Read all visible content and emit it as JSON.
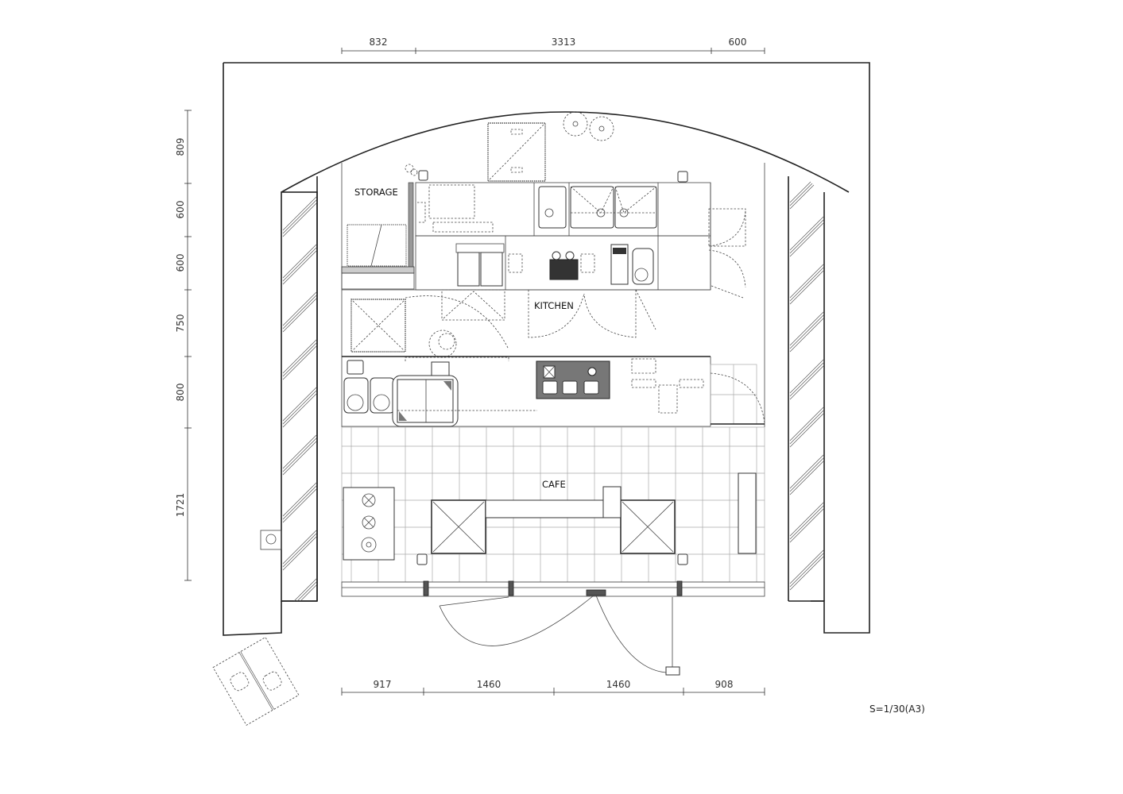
{
  "drawing": {
    "type": "architectural-floor-plan",
    "scale_note": "S=1/30(A3)",
    "rooms": {
      "storage": "STORAGE",
      "kitchen": "KITCHEN",
      "cafe": "CAFE"
    }
  },
  "dimensions": {
    "top": [
      "832",
      "3313",
      "600"
    ],
    "left": [
      "809",
      "600",
      "600",
      "750",
      "800",
      "1721"
    ],
    "bottom": [
      "917",
      "1460",
      "1460",
      "908"
    ]
  },
  "colors": {
    "line": "#222222",
    "grid": "#aaaaaa",
    "background": "#ffffff"
  }
}
